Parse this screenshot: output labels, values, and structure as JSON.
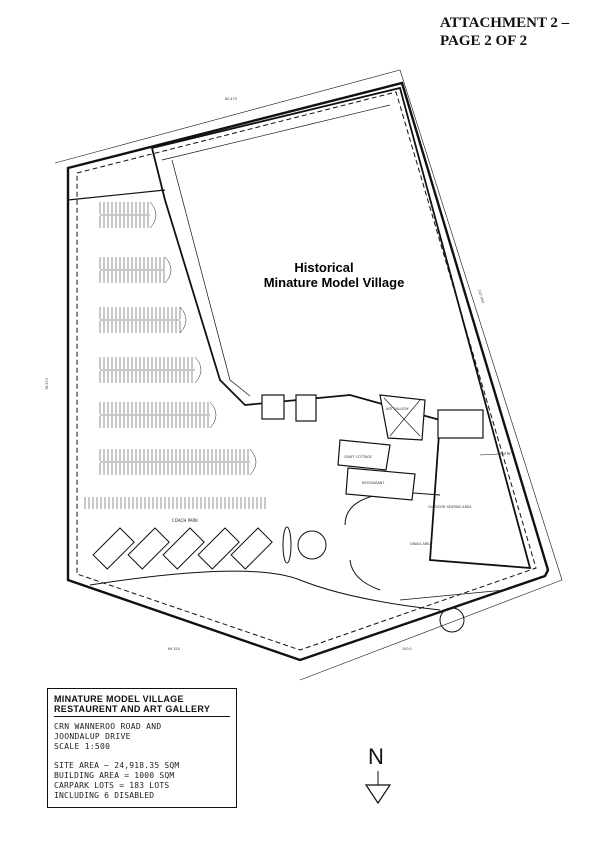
{
  "attachment": {
    "line1": "ATTACHMENT 2 –",
    "line2": "PAGE 2 OF 2"
  },
  "site": {
    "title_line1": "Historical",
    "title_line2": "Minature Model  Village"
  },
  "labels": {
    "coach_park": "COACH PARK",
    "art_gallery": "ART GALLERY",
    "craft_cottage": "CRAFT COTTAGE",
    "restaurant": "RESTAURANT",
    "outdoor_seating": "OUTDOOR SEATING AREA",
    "grass_area": "GRASS AREA",
    "entry": "ENTRY",
    "dim_top": "80.470",
    "dim_bottom_left": "69.320",
    "dim_bottom_right": "100.0",
    "dim_left": "78.570",
    "dim_right": "147.050"
  },
  "legend": {
    "heading_line1": "MINATURE MODEL VILLAGE",
    "heading_line2": "RESTAURENT AND ART GALLERY",
    "location_line1": "CRN WANNEROO ROAD AND",
    "location_line2": "JOONDALUP DRIVE",
    "scale": "SCALE  1:500",
    "site_area": "SITE AREA      ~ 24,918.35 SQM",
    "building_area": "BUILDING AREA  = 1000 SQM",
    "carpark_lots": "CARPARK LOTS   = 183 LOTS",
    "disabled": "INCLUDING 6 DISABLED"
  },
  "north_arrow": {
    "label": "N"
  }
}
